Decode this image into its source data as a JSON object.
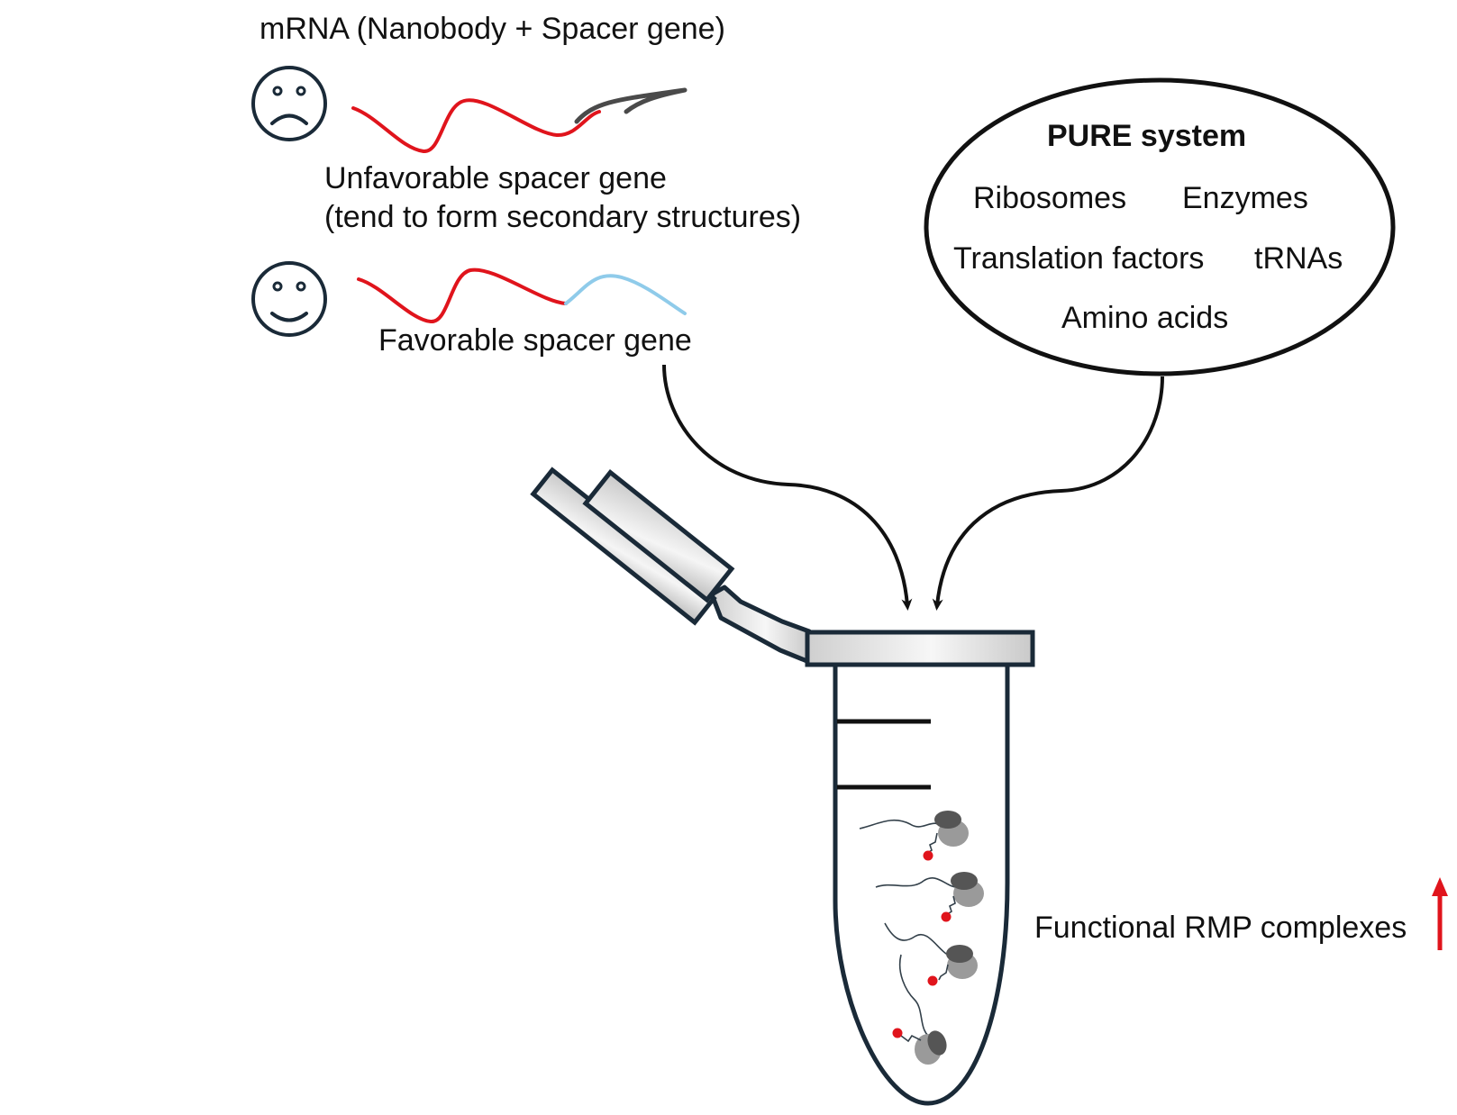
{
  "mrna_title": "mRNA (Nanobody + Spacer gene)",
  "unfavorable": {
    "line1": "Unfavorable spacer gene",
    "line2": "(tend to form secondary structures)"
  },
  "favorable": {
    "label": "Favorable spacer gene"
  },
  "pure_system": {
    "title": "PURE system",
    "items": [
      "Ribosomes",
      "Enzymes",
      "Translation factors",
      "tRNAs",
      "Amino acids"
    ]
  },
  "result": {
    "label": "Functional RMP complexes"
  },
  "colors": {
    "nanobody_gene": "#e0141c",
    "unfavorable_spacer": "#4a4a4a",
    "favorable_spacer": "#8fcbea",
    "outline": "#1a2a38",
    "arrow_up": "#e0141c",
    "puromycin_dot": "#e0141c"
  },
  "icons": {
    "sad": "sad-face-icon",
    "happy": "happy-face-icon"
  }
}
